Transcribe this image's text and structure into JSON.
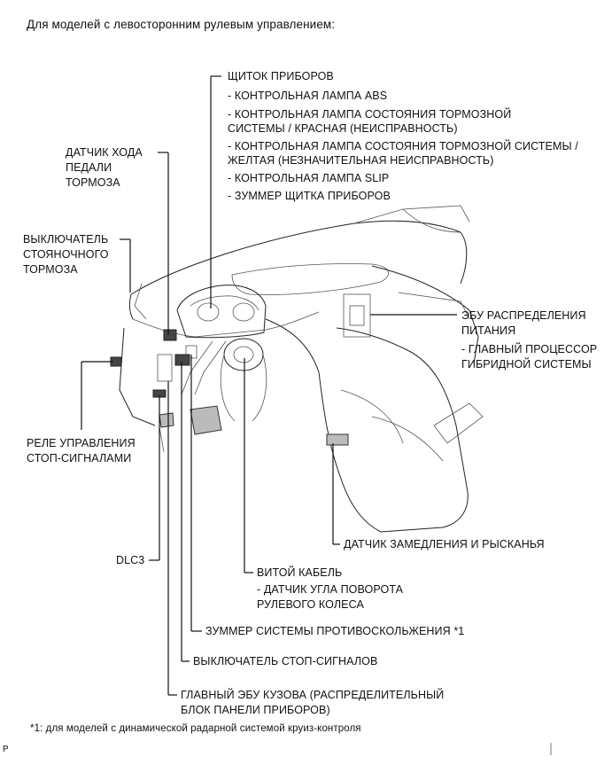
{
  "heading": "Для моделей с левосторонним рулевым управлением:",
  "labels": {
    "instrument_panel": {
      "title": "ЩИТОК ПРИБОРОВ",
      "items": [
        "- КОНТРОЛЬНАЯ ЛАМПА ABS",
        "- КОНТРОЛЬНАЯ ЛАМПА СОСТОЯНИЯ ТОРМОЗНОЙ",
        "СИСТЕМЫ / КРАСНАЯ (НЕИСПРАВНОСТЬ)",
        "- КОНТРОЛЬНАЯ ЛАМПА СОСТОЯНИЯ ТОРМОЗНОЙ СИСТЕМЫ /",
        "ЖЕЛТАЯ (НЕЗНАЧИТЕЛЬНАЯ НЕИСПРАВНОСТЬ)",
        "- КОНТРОЛЬНАЯ ЛАМПА SLIP",
        "- ЗУММЕР ЩИТКА ПРИБОРОВ"
      ]
    },
    "pedal_sensor": [
      "ДАТЧИК ХОДА",
      "ПЕДАЛИ",
      "ТОРМОЗА"
    ],
    "parking_brake_switch": [
      "ВЫКЛЮЧАТЕЛЬ",
      "СТОЯНОЧНОГО",
      "ТОРМОЗА"
    ],
    "power_ecu": {
      "lines": [
        "ЭБУ РАСПРЕДЕЛЕНИЯ",
        "ПИТАНИЯ"
      ],
      "items": [
        "- ГЛАВНЫЙ ПРОЦЕССОР",
        "ГИБРИДНОЙ СИСТЕМЫ"
      ]
    },
    "stop_relay": [
      "РЕЛЕ УПРАВЛЕНИЯ",
      "СТОП-СИГНАЛАМИ"
    ],
    "decel_sensor": "ДАТЧИК ЗАМЕДЛЕНИЯ И РЫСКАНЬЯ",
    "dlc3": "DLC3",
    "spiral_cable": {
      "title": "ВИТОЙ КАБЕЛЬ",
      "items": [
        "- ДАТЧИК УГЛА ПОВОРОТА",
        "РУЛЕВОГО КОЛЕСА"
      ]
    },
    "skid_buzzer": "ЗУММЕР СИСТЕМЫ ПРОТИВОСКОЛЬЖЕНИЯ *1",
    "stop_light_switch": "ВЫКЛЮЧАТЕЛЬ СТОП-СИГНАЛОВ",
    "body_ecu": [
      "ГЛАВНЫЙ ЭБУ КУЗОВА (РАСПРЕДЕЛИТЕЛЬНЫЙ",
      "БЛОК ПАНЕЛИ ПРИБОРОВ)"
    ]
  },
  "footnote": "*1: для моделей с динамической радарной системой круиз-контроля",
  "corner_mark": "P"
}
